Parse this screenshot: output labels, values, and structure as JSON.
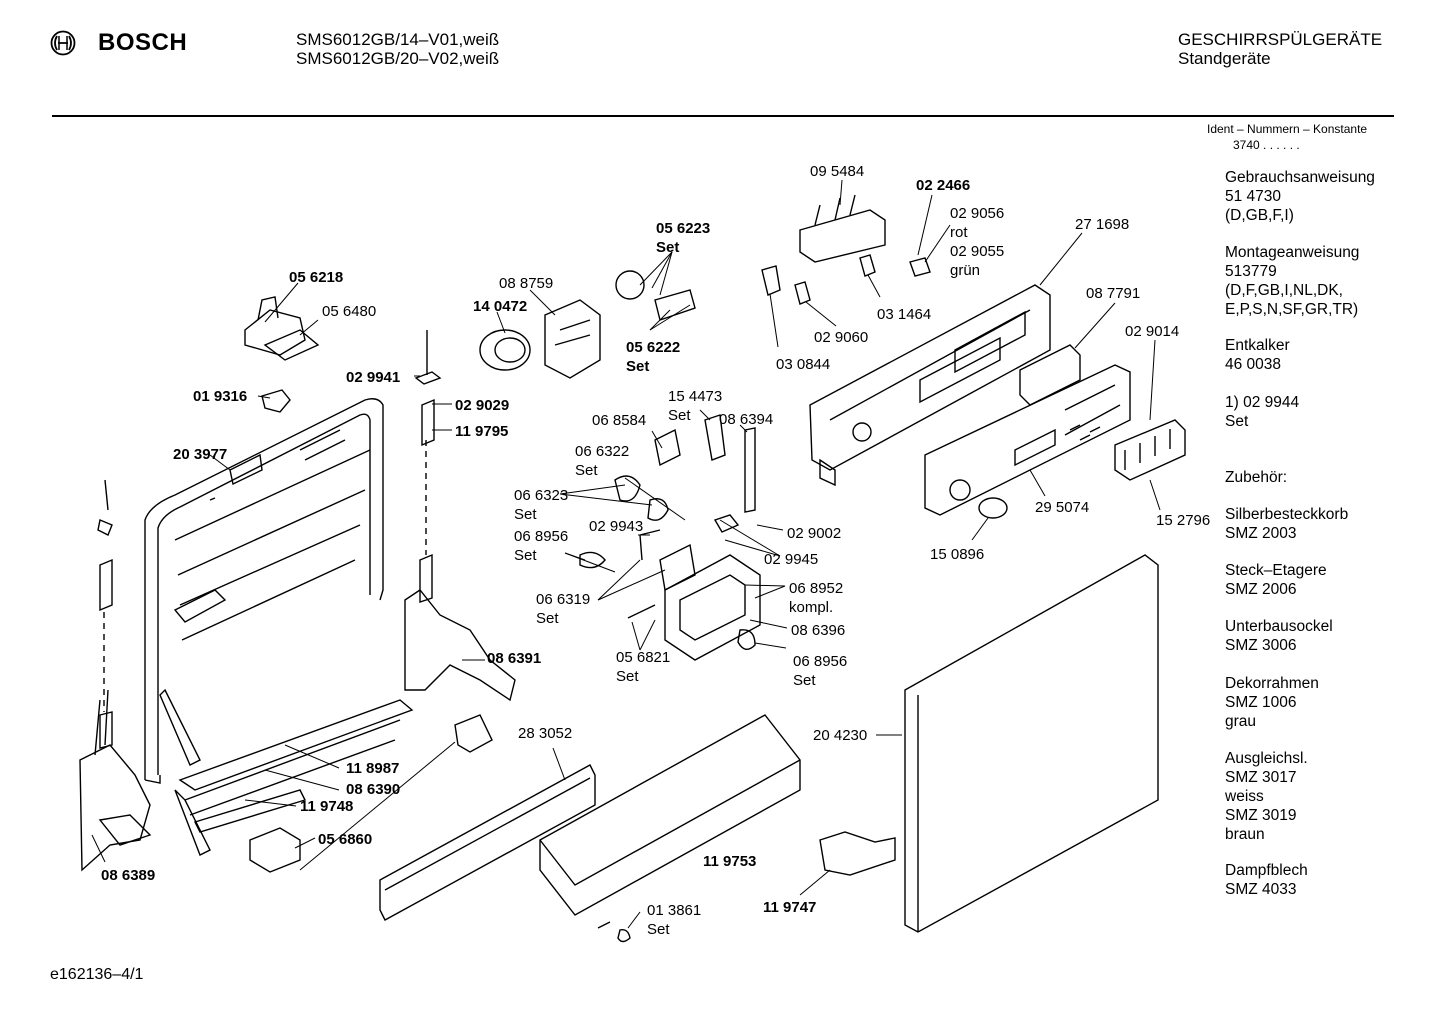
{
  "header": {
    "brand": "BOSCH",
    "model_line_1": "SMS6012GB/14–V01,weiß",
    "model_line_2": "SMS6012GB/20–V02,weiß",
    "category_line_1": "GESCHIRRSPÜLGERÄTE",
    "category_line_2": "Standgeräte"
  },
  "ident": {
    "label": "Ident – Nummern – Konstante",
    "value": "3740 .  .  .  .  .  ."
  },
  "sidebar": [
    [
      "Gebrauchsanweisung",
      "51 4730",
      "(D,GB,F,I)"
    ],
    [
      "Montageanweisung",
      "513779",
      "(D,F,GB,I,NL,DK,",
      "E,P,S,N,SF,GR,TR)"
    ],
    [
      "Entkalker",
      "46 0038"
    ],
    [
      "1)  02 9944",
      "      Set"
    ],
    [
      "Zubehör:"
    ],
    [
      "Silberbesteckkorb",
      "SMZ 2003"
    ],
    [
      "Steck–Etagere",
      "SMZ 2006"
    ],
    [
      "Unterbausockel",
      "SMZ 3006"
    ],
    [
      "Dekorrahmen",
      "SMZ 1006",
      "grau"
    ],
    [
      "Ausgleichsl.",
      "SMZ 3017",
      "weiss",
      "SMZ 3019",
      "braun"
    ],
    [
      "Dampfblech",
      "SMZ 4033"
    ]
  ],
  "parts": [
    {
      "id": "p1",
      "lines": [
        "05 6218"
      ],
      "bold": true
    },
    {
      "id": "p2",
      "lines": [
        "05 6480"
      ],
      "bold": false
    },
    {
      "id": "p3",
      "lines": [
        "01 9316"
      ],
      "bold": true
    },
    {
      "id": "p4",
      "lines": [
        "20 3977"
      ],
      "bold": true
    },
    {
      "id": "p5",
      "lines": [
        "02 9941"
      ],
      "bold": true
    },
    {
      "id": "p6",
      "lines": [
        "02 9029"
      ],
      "bold": true
    },
    {
      "id": "p7",
      "lines": [
        "11 9795"
      ],
      "bold": true
    },
    {
      "id": "p8",
      "lines": [
        "14 0472"
      ],
      "bold": true
    },
    {
      "id": "p9",
      "lines": [
        "08 8759"
      ],
      "bold": false
    },
    {
      "id": "p10",
      "lines": [
        "05 6223",
        "Set"
      ],
      "bold": true
    },
    {
      "id": "p11",
      "lines": [
        "05 6222",
        "Set"
      ],
      "bold": true
    },
    {
      "id": "p12",
      "lines": [
        "09 5484"
      ],
      "bold": false
    },
    {
      "id": "p13",
      "lines": [
        "02 2466"
      ],
      "bold": true
    },
    {
      "id": "p14",
      "lines": [
        "02 9056",
        "rot",
        "02 9055",
        "grün"
      ],
      "bold": false
    },
    {
      "id": "p15",
      "lines": [
        "27 1698"
      ],
      "bold": false
    },
    {
      "id": "p16",
      "lines": [
        "03 1464"
      ],
      "bold": false
    },
    {
      "id": "p17",
      "lines": [
        "02 9060"
      ],
      "bold": false
    },
    {
      "id": "p18",
      "lines": [
        "03 0844"
      ],
      "bold": false
    },
    {
      "id": "p19",
      "lines": [
        "08 7791"
      ],
      "bold": false
    },
    {
      "id": "p20",
      "lines": [
        "02 9014"
      ],
      "bold": false
    },
    {
      "id": "p21",
      "lines": [
        "15 4473",
        "Set"
      ],
      "bold": false
    },
    {
      "id": "p22",
      "lines": [
        "06 8584"
      ],
      "bold": false
    },
    {
      "id": "p23",
      "lines": [
        "08 6394"
      ],
      "bold": false
    },
    {
      "id": "p24",
      "lines": [
        "06 6322",
        "Set"
      ],
      "bold": false
    },
    {
      "id": "p25",
      "lines": [
        "06 6323",
        "Set"
      ],
      "bold": false
    },
    {
      "id": "p26",
      "lines": [
        "06 8956",
        "Set"
      ],
      "bold": false
    },
    {
      "id": "p27",
      "lines": [
        "02 9943"
      ],
      "bold": false
    },
    {
      "id": "p28",
      "lines": [
        "02 9002"
      ],
      "bold": false
    },
    {
      "id": "p29",
      "lines": [
        "02 9945"
      ],
      "bold": false
    },
    {
      "id": "p30",
      "lines": [
        "06 8952",
        "kompl."
      ],
      "bold": false
    },
    {
      "id": "p31",
      "lines": [
        "06 6319",
        "Set"
      ],
      "bold": false
    },
    {
      "id": "p32",
      "lines": [
        "08 6396"
      ],
      "bold": false
    },
    {
      "id": "p33",
      "lines": [
        "05 6821",
        "Set"
      ],
      "bold": false
    },
    {
      "id": "p34",
      "lines": [
        "06 8956",
        "Set"
      ],
      "bold": false
    },
    {
      "id": "p35",
      "lines": [
        "29 5074"
      ],
      "bold": false
    },
    {
      "id": "p36",
      "lines": [
        "15 2796"
      ],
      "bold": false
    },
    {
      "id": "p37",
      "lines": [
        "15 0896"
      ],
      "bold": false
    },
    {
      "id": "p38",
      "lines": [
        "08 6391"
      ],
      "bold": true
    },
    {
      "id": "p39",
      "lines": [
        "28 3052"
      ],
      "bold": false
    },
    {
      "id": "p40",
      "lines": [
        "11 8987"
      ],
      "bold": true
    },
    {
      "id": "p41",
      "lines": [
        "08 6390"
      ],
      "bold": true
    },
    {
      "id": "p42",
      "lines": [
        "11 9748"
      ],
      "bold": true
    },
    {
      "id": "p43",
      "lines": [
        "05 6860"
      ],
      "bold": true
    },
    {
      "id": "p44",
      "lines": [
        "08 6389"
      ],
      "bold": true
    },
    {
      "id": "p45",
      "lines": [
        "11 9753"
      ],
      "bold": true
    },
    {
      "id": "p46",
      "lines": [
        "11 9747"
      ],
      "bold": true
    },
    {
      "id": "p47",
      "lines": [
        "01 3861",
        "Set"
      ],
      "bold": false
    },
    {
      "id": "p48",
      "lines": [
        "20 4230"
      ],
      "bold": false
    }
  ],
  "footer": {
    "doc_id": "e162136–4/1"
  },
  "icons": {
    "logo": "bosch-armature-icon"
  }
}
